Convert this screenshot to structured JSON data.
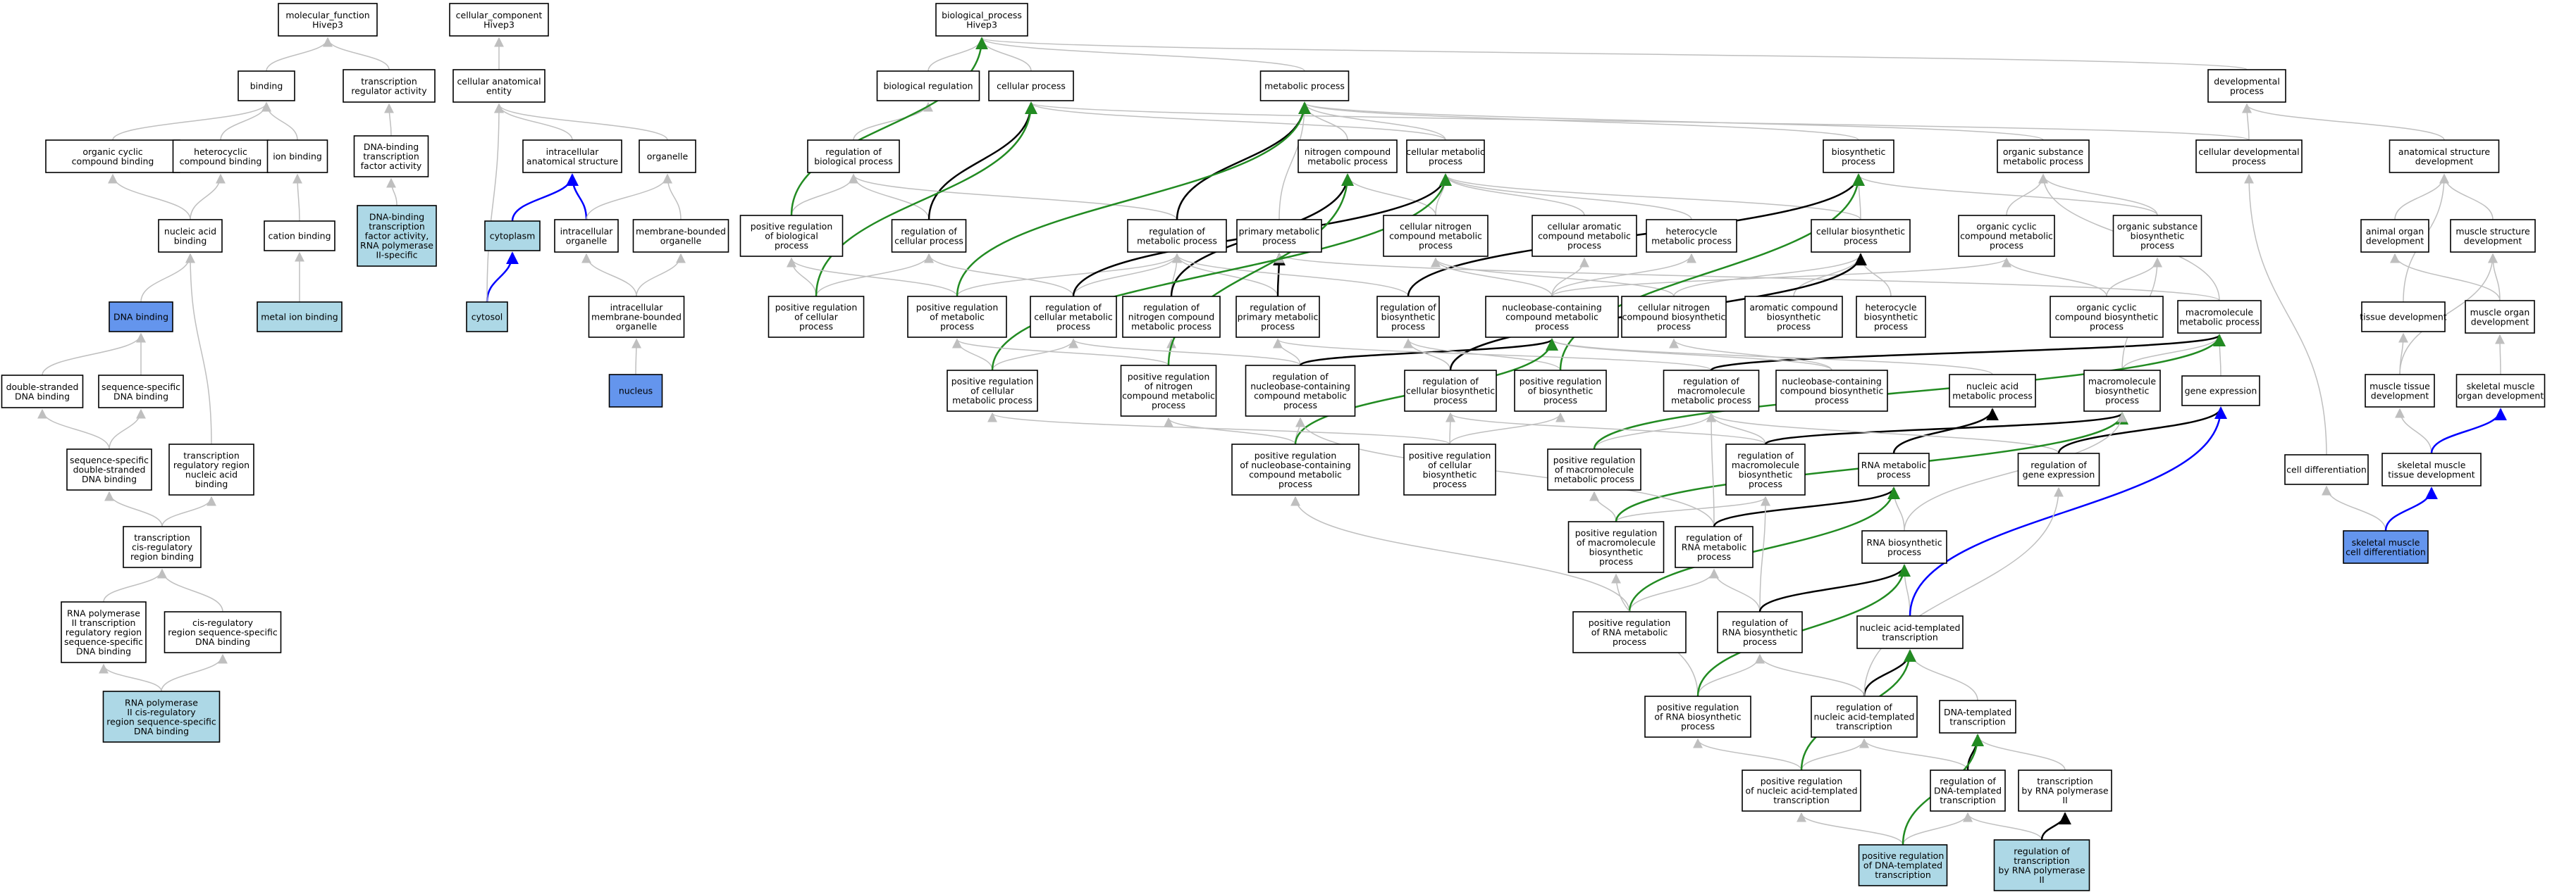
{
  "colors": {
    "node_fill": "#ffffff",
    "light_blue": "#add8e6",
    "medium_blue": "#6495ed",
    "edge_gray": "#bfbfbf",
    "edge_black": "#000000",
    "edge_green": "#228b22",
    "edge_blue": "#0000ff"
  },
  "nodes": {
    "mf": {
      "label": [
        "molecular_function",
        "Hivep3"
      ],
      "fill": "white"
    },
    "cc": {
      "label": [
        "cellular_component",
        "Hivep3"
      ],
      "fill": "white"
    },
    "bp": {
      "label": [
        "biological_process",
        "Hivep3"
      ],
      "fill": "white"
    },
    "binding": {
      "label": [
        "binding"
      ],
      "fill": "white"
    },
    "trra": {
      "label": [
        "transcription",
        "regulator activity"
      ],
      "fill": "white"
    },
    "cae": {
      "label": [
        "cellular anatomical",
        "entity"
      ],
      "fill": "white"
    },
    "breg": {
      "label": [
        "biological regulation"
      ],
      "fill": "white"
    },
    "cellproc": {
      "label": [
        "cellular process"
      ],
      "fill": "white"
    },
    "metproc": {
      "label": [
        "metabolic process"
      ],
      "fill": "white"
    },
    "devproc": {
      "label": [
        "developmental",
        "process"
      ],
      "fill": "white"
    },
    "occb": {
      "label": [
        "organic cyclic",
        "compound binding"
      ],
      "fill": "white"
    },
    "hccb": {
      "label": [
        "heterocyclic",
        "compound binding"
      ],
      "fill": "white"
    },
    "ionb": {
      "label": [
        "ion binding"
      ],
      "fill": "white"
    },
    "dbtfa": {
      "label": [
        "DNA-binding",
        "transcription",
        "factor activity"
      ],
      "fill": "white"
    },
    "ias": {
      "label": [
        "intracellular",
        "anatomical structure"
      ],
      "fill": "white"
    },
    "organelle": {
      "label": [
        "organelle"
      ],
      "fill": "white"
    },
    "rbp": {
      "label": [
        "regulation of",
        "biological process"
      ],
      "fill": "white"
    },
    "ncmp": {
      "label": [
        "nitrogen compound",
        "metabolic process"
      ],
      "fill": "white"
    },
    "cmp": {
      "label": [
        "cellular metabolic",
        "process"
      ],
      "fill": "white"
    },
    "biosyn": {
      "label": [
        "biosynthetic",
        "process"
      ],
      "fill": "white"
    },
    "osmp": {
      "label": [
        "organic substance",
        "metabolic process"
      ],
      "fill": "white"
    },
    "cdp": {
      "label": [
        "cellular developmental",
        "process"
      ],
      "fill": "white"
    },
    "asd": {
      "label": [
        "anatomical structure",
        "development"
      ],
      "fill": "white"
    },
    "nab": {
      "label": [
        "nucleic acid",
        "binding"
      ],
      "fill": "white"
    },
    "cationb": {
      "label": [
        "cation binding"
      ],
      "fill": "white"
    },
    "dbtfa2": {
      "label": [
        "DNA-binding",
        "transcription",
        "factor activity,",
        "RNA polymerase",
        "II-specific"
      ],
      "fill": "lightblue"
    },
    "cytoplasm": {
      "label": [
        "cytoplasm"
      ],
      "fill": "lightblue"
    },
    "io": {
      "label": [
        "intracellular",
        "organelle"
      ],
      "fill": "white"
    },
    "mbo": {
      "label": [
        "membrane-bounded",
        "organelle"
      ],
      "fill": "white"
    },
    "prbp": {
      "label": [
        "positive regulation",
        "of biological",
        "process"
      ],
      "fill": "white"
    },
    "rcp": {
      "label": [
        "regulation of",
        "cellular process"
      ],
      "fill": "white"
    },
    "rmp": {
      "label": [
        "regulation of",
        "metabolic process"
      ],
      "fill": "white"
    },
    "pmp": {
      "label": [
        "primary metabolic",
        "process"
      ],
      "fill": "white"
    },
    "cncmp": {
      "label": [
        "cellular nitrogen",
        "compound metabolic",
        "process"
      ],
      "fill": "white"
    },
    "cacmp": {
      "label": [
        "cellular aromatic",
        "compound metabolic",
        "process"
      ],
      "fill": "white"
    },
    "hmp": {
      "label": [
        "heterocycle",
        "metabolic process"
      ],
      "fill": "white"
    },
    "cbp": {
      "label": [
        "cellular biosynthetic",
        "process"
      ],
      "fill": "white"
    },
    "occmp": {
      "label": [
        "organic cyclic",
        "compound metabolic",
        "process"
      ],
      "fill": "white"
    },
    "osbp": {
      "label": [
        "organic substance",
        "biosynthetic",
        "process"
      ],
      "fill": "white"
    },
    "aod": {
      "label": [
        "animal organ",
        "development"
      ],
      "fill": "white"
    },
    "msd": {
      "label": [
        "muscle structure",
        "development"
      ],
      "fill": "white"
    },
    "dnab": {
      "label": [
        "DNA binding"
      ],
      "fill": "mediumblue"
    },
    "metalionb": {
      "label": [
        "metal ion binding"
      ],
      "fill": "lightblue"
    },
    "cytosol": {
      "label": [
        "cytosol"
      ],
      "fill": "lightblue"
    },
    "imbo": {
      "label": [
        "intracellular",
        "membrane-bounded",
        "organelle"
      ],
      "fill": "white"
    },
    "prcp": {
      "label": [
        "positive regulation",
        "of cellular",
        "process"
      ],
      "fill": "white"
    },
    "prmp": {
      "label": [
        "positive regulation",
        "of metabolic",
        "process"
      ],
      "fill": "white"
    },
    "rcmp": {
      "label": [
        "regulation of",
        "cellular metabolic",
        "process"
      ],
      "fill": "white"
    },
    "rncmp": {
      "label": [
        "regulation of",
        "nitrogen compound",
        "metabolic process"
      ],
      "fill": "white"
    },
    "rpmp": {
      "label": [
        "regulation of",
        "primary metabolic",
        "process"
      ],
      "fill": "white"
    },
    "rbsp": {
      "label": [
        "regulation of",
        "biosynthetic",
        "process"
      ],
      "fill": "white"
    },
    "nbccmp": {
      "label": [
        "nucleobase-containing",
        "compound metabolic",
        "process"
      ],
      "fill": "white"
    },
    "cncbp": {
      "label": [
        "cellular nitrogen",
        "compound biosynthetic",
        "process"
      ],
      "fill": "white"
    },
    "acbp": {
      "label": [
        "aromatic compound",
        "biosynthetic",
        "process"
      ],
      "fill": "white"
    },
    "hbp": {
      "label": [
        "heterocycle",
        "biosynthetic",
        "process"
      ],
      "fill": "white"
    },
    "occbp": {
      "label": [
        "organic cyclic",
        "compound biosynthetic",
        "process"
      ],
      "fill": "white"
    },
    "mmp": {
      "label": [
        "macromolecule",
        "metabolic process"
      ],
      "fill": "white"
    },
    "td": {
      "label": [
        "tissue development"
      ],
      "fill": "white"
    },
    "mod": {
      "label": [
        "muscle organ",
        "development"
      ],
      "fill": "white"
    },
    "nucleus": {
      "label": [
        "nucleus"
      ],
      "fill": "mediumblue"
    },
    "dsdb": {
      "label": [
        "double-stranded",
        "DNA binding"
      ],
      "fill": "white"
    },
    "ssdb": {
      "label": [
        "sequence-specific",
        "DNA binding"
      ],
      "fill": "white"
    },
    "prcmp": {
      "label": [
        "positive regulation",
        "of cellular",
        "metabolic process"
      ],
      "fill": "white"
    },
    "prncmp": {
      "label": [
        "positive regulation",
        "of nitrogen",
        "compound metabolic",
        "process"
      ],
      "fill": "white"
    },
    "rnbcmp": {
      "label": [
        "regulation of",
        "nucleobase-containing",
        "compound metabolic",
        "process"
      ],
      "fill": "white"
    },
    "rcbp": {
      "label": [
        "regulation of",
        "cellular biosynthetic",
        "process"
      ],
      "fill": "white"
    },
    "prbsp": {
      "label": [
        "positive regulation",
        "of biosynthetic",
        "process"
      ],
      "fill": "white"
    },
    "rmmp": {
      "label": [
        "regulation of",
        "macromolecule",
        "metabolic process"
      ],
      "fill": "white"
    },
    "nbccbp": {
      "label": [
        "nucleobase-containing",
        "compound biosynthetic",
        "process"
      ],
      "fill": "white"
    },
    "nacmp": {
      "label": [
        "nucleic acid",
        "metabolic process"
      ],
      "fill": "white"
    },
    "mbp": {
      "label": [
        "macromolecule",
        "biosynthetic",
        "process"
      ],
      "fill": "white"
    },
    "ge": {
      "label": [
        "gene expression"
      ],
      "fill": "white"
    },
    "mtd": {
      "label": [
        "muscle tissue",
        "development"
      ],
      "fill": "white"
    },
    "smod": {
      "label": [
        "skeletal muscle",
        "organ development"
      ],
      "fill": "white"
    },
    "ssdsdb": {
      "label": [
        "sequence-specific",
        "double-stranded",
        "DNA binding"
      ],
      "fill": "white"
    },
    "trrnab": {
      "label": [
        "transcription",
        "regulatory region",
        "nucleic acid",
        "binding"
      ],
      "fill": "white"
    },
    "prnbcmp": {
      "label": [
        "positive regulation",
        "of nucleobase-containing",
        "compound metabolic",
        "process"
      ],
      "fill": "white"
    },
    "prcbp": {
      "label": [
        "positive regulation",
        "of cellular",
        "biosynthetic",
        "process"
      ],
      "fill": "white"
    },
    "prmmp": {
      "label": [
        "positive regulation",
        "of macromolecule",
        "metabolic process"
      ],
      "fill": "white"
    },
    "rmbp": {
      "label": [
        "regulation of",
        "macromolecule",
        "biosynthetic",
        "process"
      ],
      "fill": "white"
    },
    "rnamp": {
      "label": [
        "RNA metabolic",
        "process"
      ],
      "fill": "white"
    },
    "rge": {
      "label": [
        "regulation of",
        "gene expression"
      ],
      "fill": "white"
    },
    "celldiff": {
      "label": [
        "cell differentiation"
      ],
      "fill": "white"
    },
    "smtd": {
      "label": [
        "skeletal muscle",
        "tissue development"
      ],
      "fill": "white"
    },
    "tcrrb": {
      "label": [
        "transcription",
        "cis-regulatory",
        "region binding"
      ],
      "fill": "white"
    },
    "prmbp": {
      "label": [
        "positive regulation",
        "of macromolecule",
        "biosynthetic",
        "process"
      ],
      "fill": "white"
    },
    "rrnamp": {
      "label": [
        "regulation of",
        "RNA metabolic",
        "process"
      ],
      "fill": "white"
    },
    "rnabp": {
      "label": [
        "RNA biosynthetic",
        "process"
      ],
      "fill": "white"
    },
    "smcd": {
      "label": [
        "skeletal muscle",
        "cell differentiation"
      ],
      "fill": "mediumblue"
    },
    "rnap2trr": {
      "label": [
        "RNA polymerase",
        "II transcription",
        "regulatory region",
        "sequence-specific",
        "DNA binding"
      ],
      "fill": "white"
    },
    "crrssdb": {
      "label": [
        "cis-regulatory",
        "region sequence-specific",
        "DNA binding"
      ],
      "fill": "white"
    },
    "prrnamp": {
      "label": [
        "positive regulation",
        "of RNA metabolic",
        "process"
      ],
      "fill": "white"
    },
    "rrnabp": {
      "label": [
        "regulation of",
        "RNA biosynthetic",
        "process"
      ],
      "fill": "white"
    },
    "natt": {
      "label": [
        "nucleic acid-templated",
        "transcription"
      ],
      "fill": "white"
    },
    "rnap2crr": {
      "label": [
        "RNA polymerase",
        "II cis-regulatory",
        "region sequence-specific",
        "DNA binding"
      ],
      "fill": "lightblue"
    },
    "prrnabp": {
      "label": [
        "positive regulation",
        "of RNA biosynthetic",
        "process"
      ],
      "fill": "white"
    },
    "rnatt": {
      "label": [
        "regulation of",
        "nucleic acid-templated",
        "transcription"
      ],
      "fill": "white"
    },
    "dtt": {
      "label": [
        "DNA-templated",
        "transcription"
      ],
      "fill": "white"
    },
    "prnatt": {
      "label": [
        "positive regulation",
        "of nucleic acid-templated",
        "transcription"
      ],
      "fill": "white"
    },
    "rdtt": {
      "label": [
        "regulation of",
        "DNA-templated",
        "transcription"
      ],
      "fill": "white"
    },
    "trnap2": {
      "label": [
        "transcription",
        "by RNA polymerase",
        "II"
      ],
      "fill": "white"
    },
    "prdtt": {
      "label": [
        "positive regulation",
        "of DNA-templated",
        "transcription"
      ],
      "fill": "lightblue"
    },
    "rtrnap2": {
      "label": [
        "regulation of",
        "transcription",
        "by RNA polymerase",
        "II"
      ],
      "fill": "lightblue"
    }
  }
}
